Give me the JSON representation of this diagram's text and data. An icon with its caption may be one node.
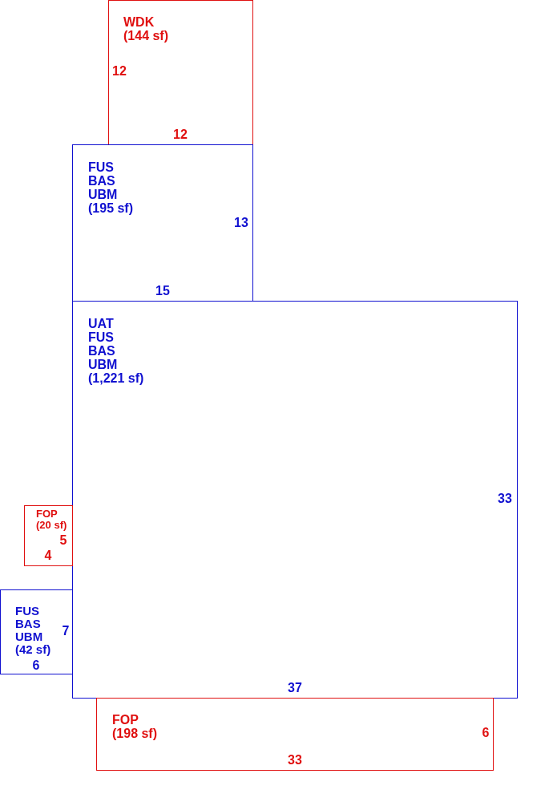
{
  "diagram": {
    "nodes": [
      {
        "text": [
          "WDK",
          "(144 sf)"
        ]
      },
      {
        "text": [
          "FUS BAS UBM",
          "(195 sf)"
        ]
      },
      {
        "text": [
          "UAT FUS BAS UBM",
          "(1,221 sf)"
        ]
      },
      {
        "text": [
          "FOP",
          "(20 sf)"
        ]
      },
      {
        "text": [
          "FUS BAS UBM",
          "(42 sf)"
        ]
      },
      {
        "text": [
          "FOP",
          "(198 sf)"
        ]
      }
    ],
    "labels": [
      "12",
      "12",
      "13",
      "15",
      "33",
      "5",
      "4",
      "7",
      "6",
      "37",
      "6",
      "33"
    ]
  }
}
